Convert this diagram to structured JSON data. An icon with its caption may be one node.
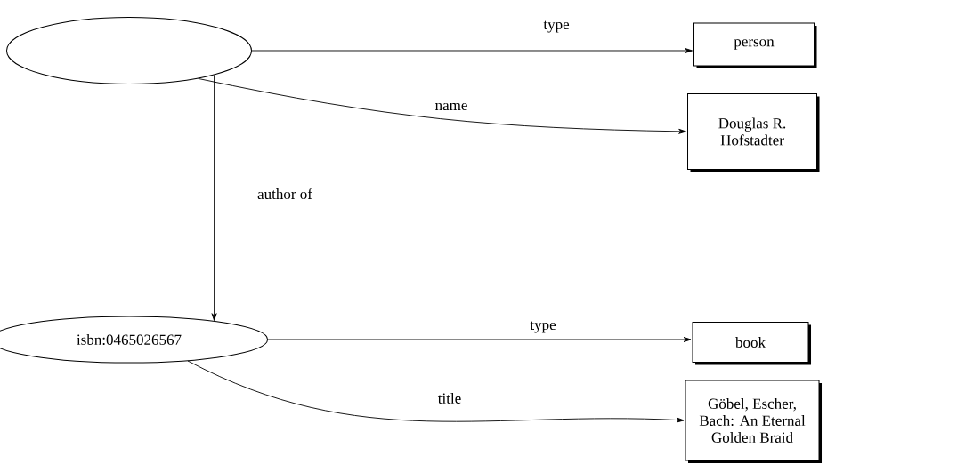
{
  "diagram": {
    "nodes": [
      {
        "text": [],
        "shape": "ellipse"
      },
      {
        "text": [
          "person"
        ]
      },
      {
        "text": [
          "Douglas R. Hofstadter"
        ]
      },
      {
        "text": [
          "isbn:0465026567"
        ]
      },
      {
        "text": [
          "book"
        ]
      },
      {
        "text": [
          "Göbel, Escher, Bach: An Eternal Golden Braid"
        ]
      }
    ],
    "edges": [
      {
        "from": 0,
        "to": 1,
        "arrow": "to",
        "label": "type"
      },
      {
        "from": 0,
        "to": 2,
        "arrow": "to",
        "label": "name"
      },
      {
        "from": 0,
        "to": 3,
        "arrow": "to",
        "label": "author of"
      },
      {
        "from": 3,
        "to": 4,
        "arrow": "to",
        "label": "type"
      },
      {
        "from": 3,
        "to": 5,
        "arrow": "to",
        "label": "title"
      }
    ]
  }
}
